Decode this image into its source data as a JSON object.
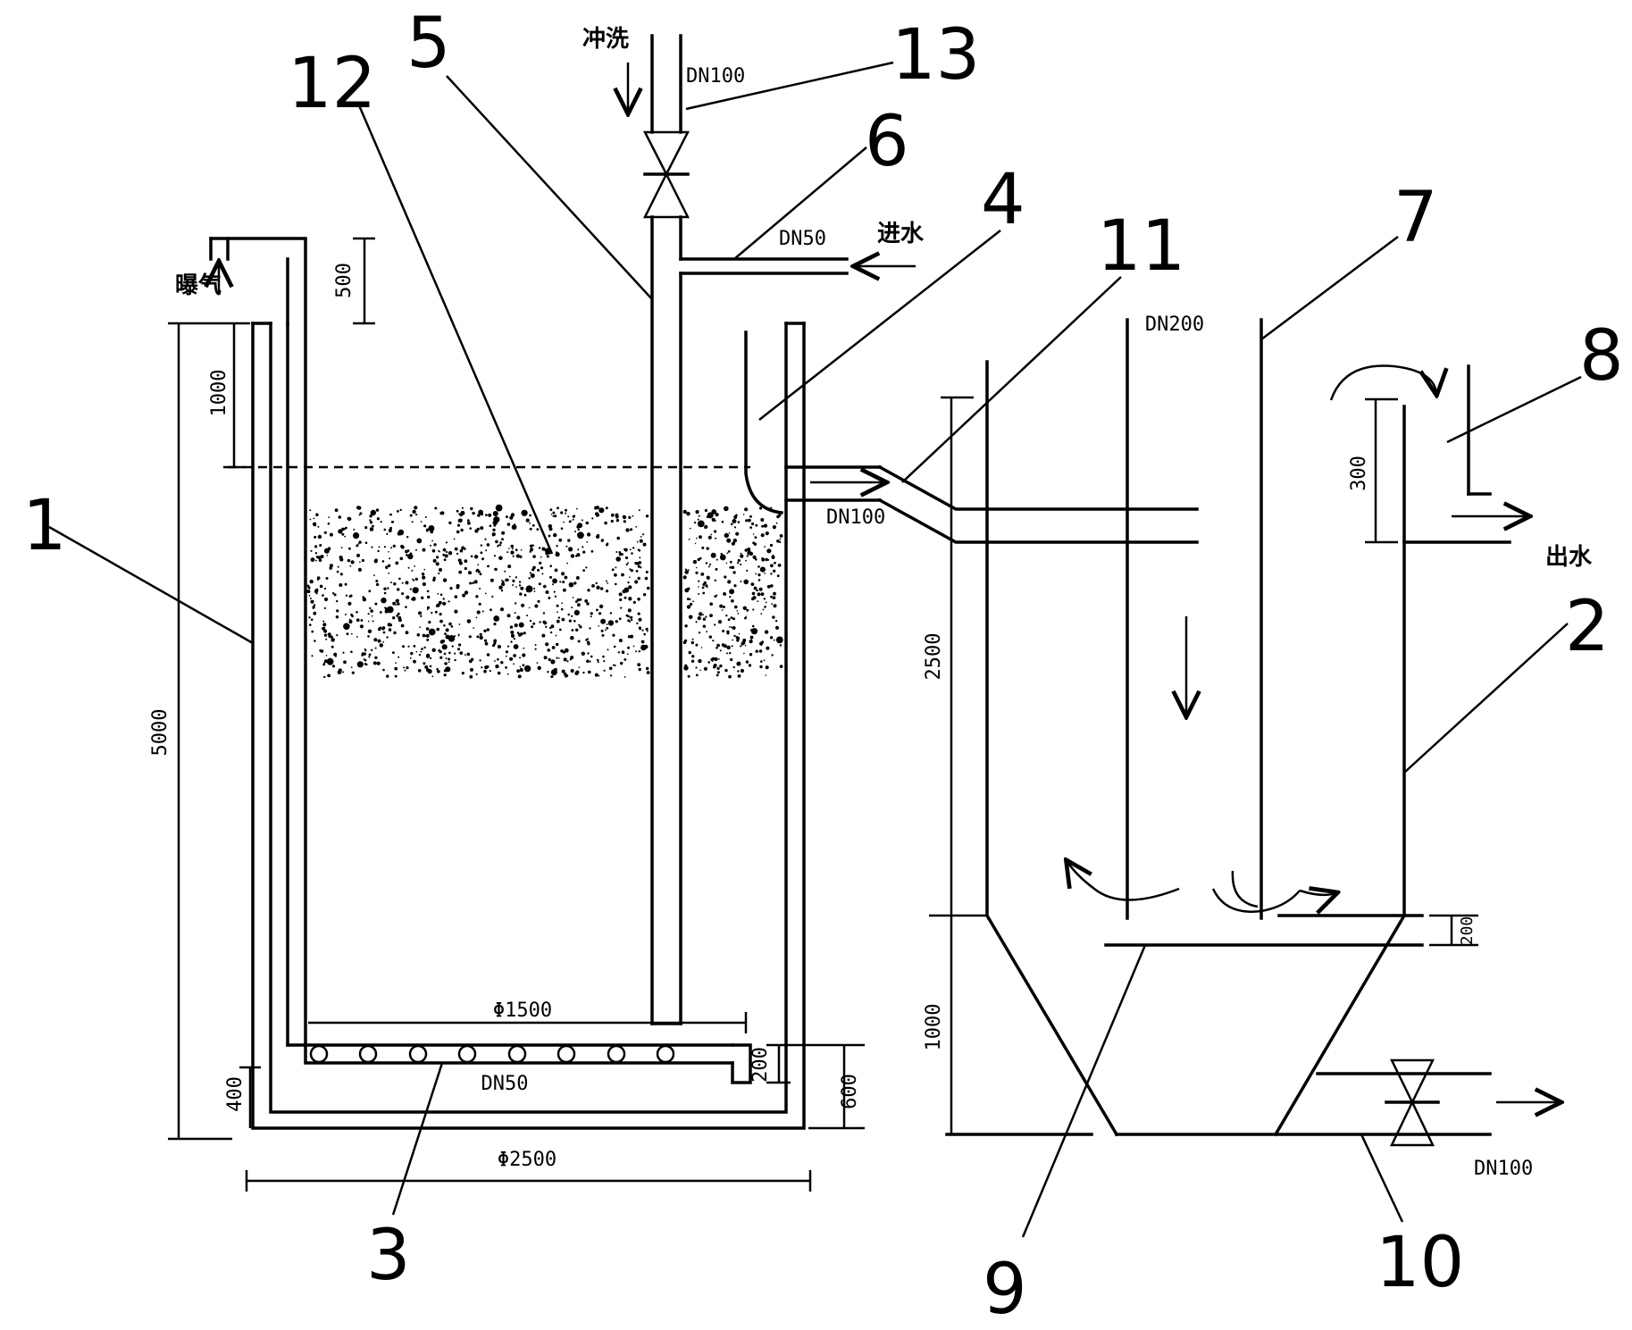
{
  "callouts": {
    "c1": "1",
    "c2": "2",
    "c3": "3",
    "c4": "4",
    "c5": "5",
    "c6": "6",
    "c7": "7",
    "c8": "8",
    "c9": "9",
    "c10": "10",
    "c11": "11",
    "c12": "12",
    "c13": "13"
  },
  "flow_labels": {
    "flush": "冲洗",
    "aeration": "曝气",
    "inlet": "进水",
    "outlet": "出水"
  },
  "pipe_sizes": {
    "flush_pipe": "DN100",
    "inlet_pipe": "DN50",
    "transfer_pipe": "DN100",
    "aerator_pipe": "DN50",
    "center_pipe": "DN200",
    "drain_pipe": "DN100"
  },
  "dimensions": {
    "aeration_riser": "500",
    "freeboard": "1000",
    "tank_height": "5000",
    "bottom_offset": "400",
    "aerator_diameter": "Φ1500",
    "aerator_gap": "200",
    "aerator_height": "600",
    "tank_diameter": "Φ2500",
    "weir_height": "300",
    "settler_height": "2500",
    "cone_height": "1000",
    "baffle_gap": "200"
  }
}
